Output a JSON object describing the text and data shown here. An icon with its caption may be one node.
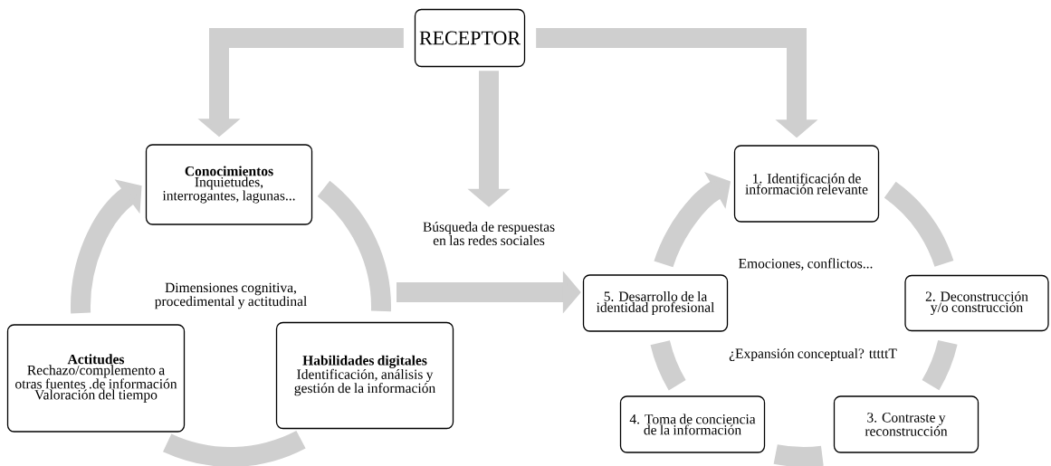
{
  "diagram": {
    "nodes": [
      {
        "text": [
          "RECEPTOR"
        ]
      },
      {
        "text": [
          "Conocimientos",
          "Inquietudes, interrogantes, lagunas..."
        ]
      },
      {
        "text": [
          "Actitudes",
          "Rechazo/complemento a otras fuentes .de información Valoración del tiempo"
        ]
      },
      {
        "text": [
          "Habilidades digitales",
          "Identificación, análisis y  gestión de la información"
        ]
      },
      {
        "text": [
          "Búsqueda de respuestas en las redes sociales"
        ]
      },
      {
        "text": [
          "1. Identificación de información relevante"
        ]
      },
      {
        "text": [
          "2. Deconstrucción y/o construcción"
        ]
      },
      {
        "text": [
          "3. Contraste y reconstrucción"
        ]
      },
      {
        "text": [
          "4. Toma de conciencia de la información"
        ]
      },
      {
        "text": [
          "5. Desarrollo de la identidad profesional"
        ]
      }
    ],
    "edges": [
      {
        "from": 0,
        "to": 1,
        "arrow": "to"
      },
      {
        "from": 0,
        "to": 4,
        "arrow": "to"
      },
      {
        "from": 0,
        "to": 5,
        "arrow": "to"
      },
      {
        "from": null,
        "to": 9,
        "arrow": "to"
      },
      {
        "from": 1,
        "to": 3,
        "arrow": "none"
      },
      {
        "from": 3,
        "to": 2,
        "arrow": "none"
      },
      {
        "from": 2,
        "to": 1,
        "arrow": "to"
      },
      {
        "from": 5,
        "to": 6,
        "arrow": "none"
      },
      {
        "from": 6,
        "to": 7,
        "arrow": "none"
      },
      {
        "from": 7,
        "to": 8,
        "arrow": "none"
      },
      {
        "from": 8,
        "to": 9,
        "arrow": "none"
      },
      {
        "from": 9,
        "to": 5,
        "arrow": "to"
      }
    ],
    "labels": [
      "Dimensiones cognitiva, procedimental y actitudinal",
      "Emociones, conflictos...",
      "¿Expansión conceptual? tttttT"
    ]
  }
}
